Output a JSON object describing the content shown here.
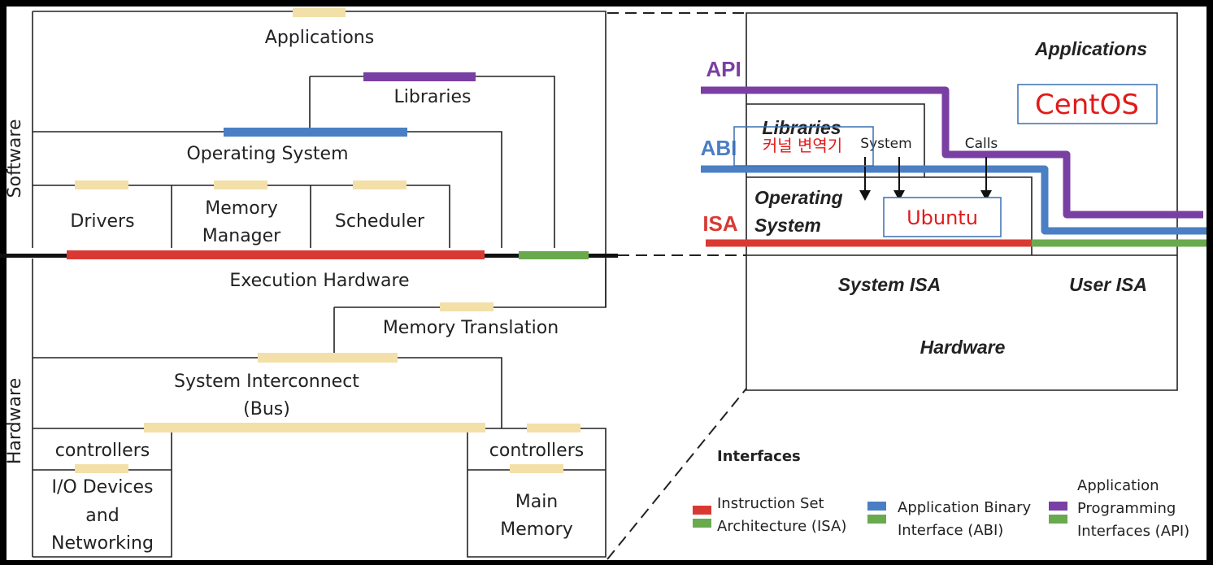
{
  "left": {
    "side_labels": {
      "software": "Software",
      "hardware": "Hardware"
    },
    "applications": "Applications",
    "libraries": "Libraries",
    "operating_system": "Operating System",
    "drivers": "Drivers",
    "memory_manager_1": "Memory",
    "memory_manager_2": "Manager",
    "scheduler": "Scheduler",
    "execution_hardware": "Execution Hardware",
    "memory_translation": "Memory Translation",
    "system_interconnect_1": "System Interconnect",
    "system_interconnect_2": "(Bus)",
    "controllers_left": "controllers",
    "controllers_right": "controllers",
    "io_1": "I/O Devices",
    "io_2": "and",
    "io_3": "Networking",
    "main_memory_1": "Main",
    "main_memory_2": "Memory"
  },
  "right": {
    "applications": "Applications",
    "libraries": "Libraries",
    "operating_system_1": "Operating",
    "operating_system_2": "System",
    "system_word": "System",
    "calls_word": "Calls",
    "system_isa": "System ISA",
    "user_isa": "User ISA",
    "hardware": "Hardware",
    "api_label": "API",
    "abi_label": "ABI",
    "isa_label": "ISA",
    "annotation_centos": "CentOS",
    "annotation_ubuntu": "Ubuntu",
    "annotation_kernel": "커널 변역기"
  },
  "legend": {
    "title": "Interfaces",
    "isa_1": "Instruction Set",
    "isa_2": "Architecture (ISA)",
    "abi_1": "Application Binary",
    "abi_2": "Interface (ABI)",
    "api_1": "Application",
    "api_2": "Programming",
    "api_3": "Interfaces (API)"
  },
  "colors": {
    "isa": "#d83a33",
    "abi": "#4a7fc4",
    "api": "#7a3fa3",
    "user_isa": "#6aaa4e",
    "connector": "#f3dfa8",
    "annotation": "#e21a1a",
    "annotation_box": "#3a6fb0"
  }
}
